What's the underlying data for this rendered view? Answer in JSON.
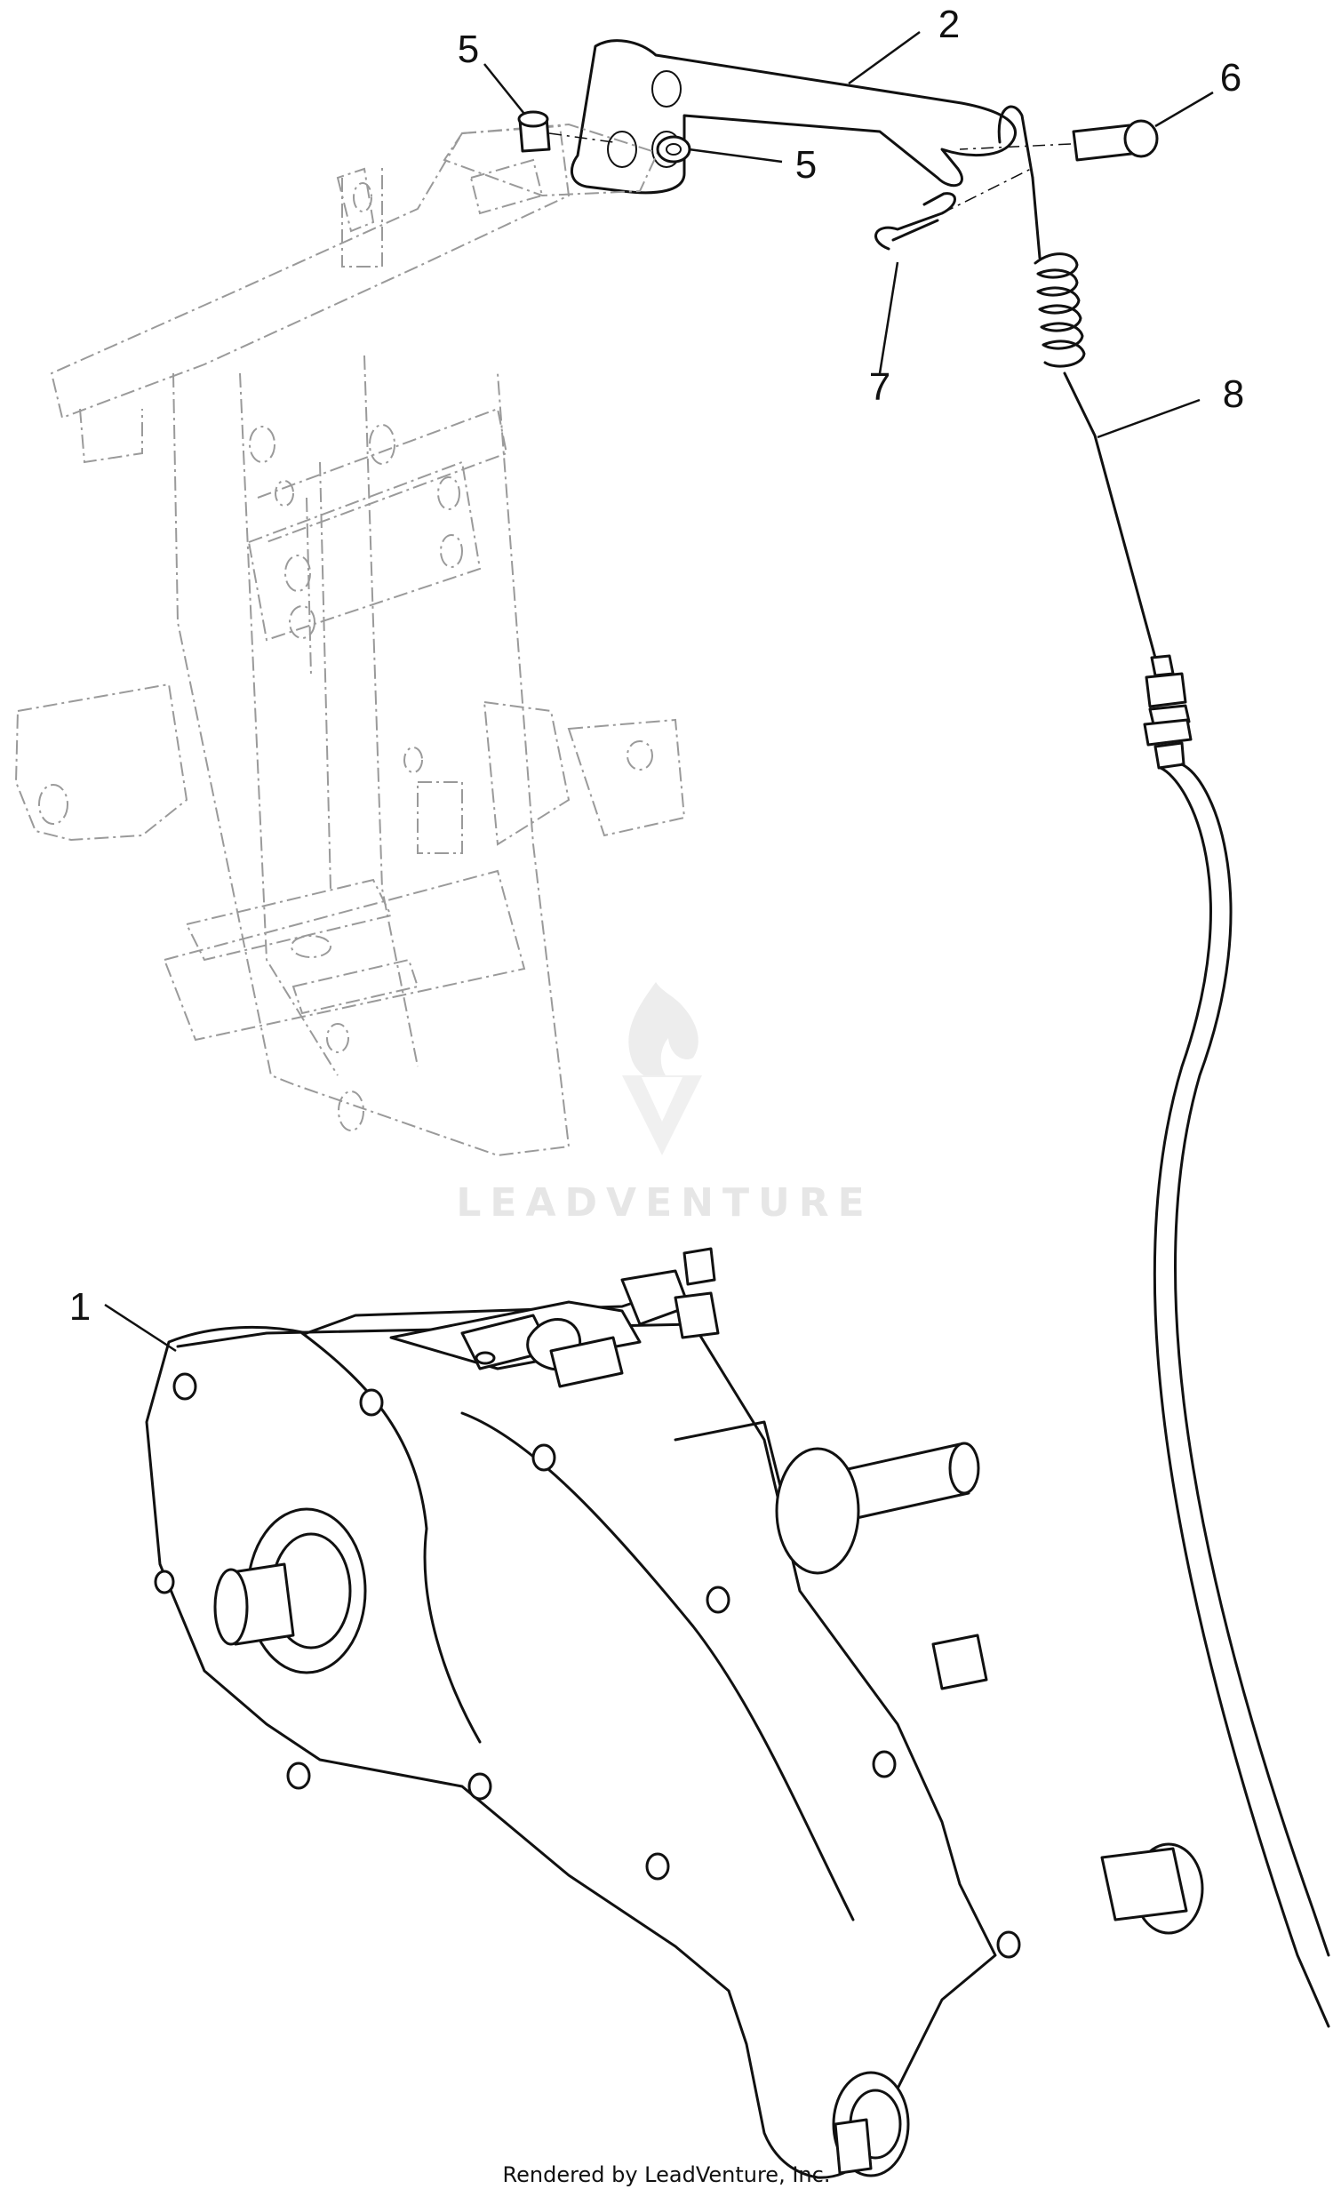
{
  "callouts": [
    {
      "label": "1"
    },
    {
      "label": "2"
    },
    {
      "label": "5"
    },
    {
      "label": "5"
    },
    {
      "label": "6"
    },
    {
      "label": "7"
    },
    {
      "label": "8"
    }
  ],
  "watermark": {
    "text": "LEADVENTURE"
  },
  "footer": {
    "credit": "Rendered by LeadVenture, Inc."
  },
  "colors": {
    "line": "#111111",
    "phantom_line": "#9a9a9a",
    "watermark": "#e6e6e6",
    "background": "#ffffff"
  }
}
